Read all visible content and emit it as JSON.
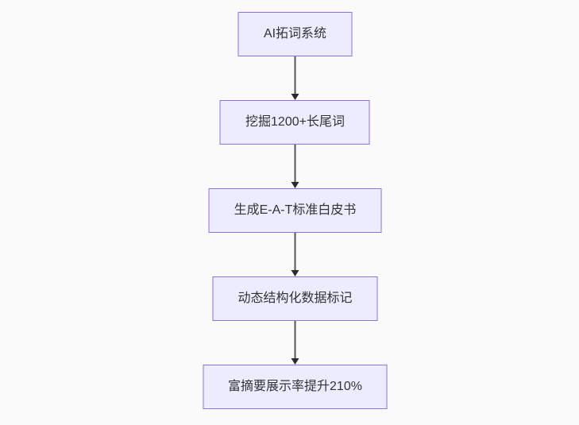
{
  "page": {
    "background": "#fafafa"
  },
  "flowchart": {
    "type": "flowchart-top-down",
    "theme": {
      "node_fill": "#ececff",
      "node_border": "#9370db",
      "node_text_color": "#333333",
      "edge_color": "#555555",
      "arrowhead_color": "#2b2b2b"
    },
    "nodes": [
      {
        "label": "AI拓词系统"
      },
      {
        "label": "挖掘1200+长尾词"
      },
      {
        "label": "生成E-A-T标准白皮书"
      },
      {
        "label": "动态结构化数据标记"
      },
      {
        "label": "富摘要展示率提升210%"
      }
    ],
    "edges": [
      {
        "from": "AI拓词系统",
        "to": "挖掘1200+长尾词"
      },
      {
        "from": "挖掘1200+长尾词",
        "to": "生成E-A-T标准白皮书"
      },
      {
        "from": "生成E-A-T标准白皮书",
        "to": "动态结构化数据标记"
      },
      {
        "from": "动态结构化数据标记",
        "to": "富摘要展示率提升210%"
      }
    ]
  }
}
